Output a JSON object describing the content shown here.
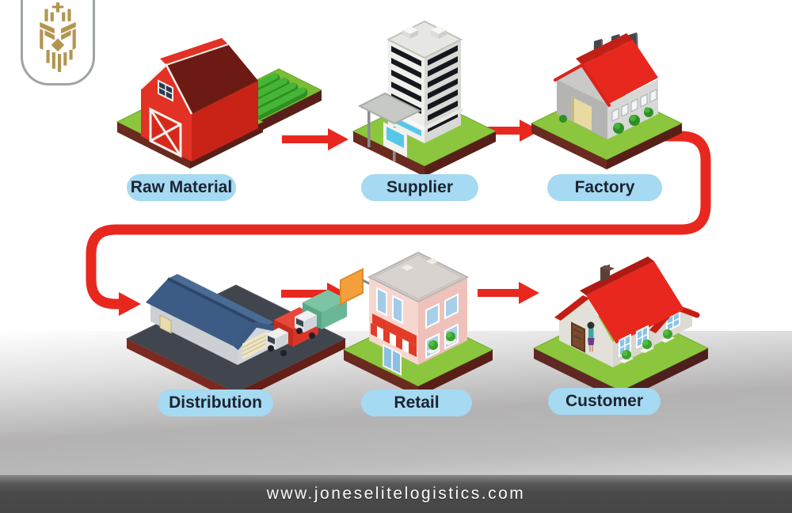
{
  "logo": {
    "emblem": "gold-crest",
    "color": "#b2954e"
  },
  "diagram": {
    "arrow_color": "#e8281e",
    "pill_bg": "#a6d9f2",
    "stages": [
      {
        "id": "raw-material",
        "label": "Raw Material",
        "row": 1,
        "illustration": "red barn with crop rows"
      },
      {
        "id": "supplier",
        "label": "Supplier",
        "row": 1,
        "illustration": "high-rise office tower"
      },
      {
        "id": "factory",
        "label": "Factory",
        "row": 1,
        "illustration": "red-roof factory with three chimneys"
      },
      {
        "id": "distribution",
        "label": "Distribution",
        "row": 2,
        "illustration": "warehouse with cargo trucks"
      },
      {
        "id": "retail",
        "label": "Retail",
        "row": 2,
        "illustration": "two-storey shop with striped awning"
      },
      {
        "id": "customer",
        "label": "Customer",
        "row": 2,
        "illustration": "family house with resident"
      }
    ],
    "flow": [
      "raw-material",
      "supplier",
      "factory",
      "distribution",
      "retail",
      "customer"
    ]
  },
  "footer": {
    "url": "www.joneselitelogistics.com"
  }
}
